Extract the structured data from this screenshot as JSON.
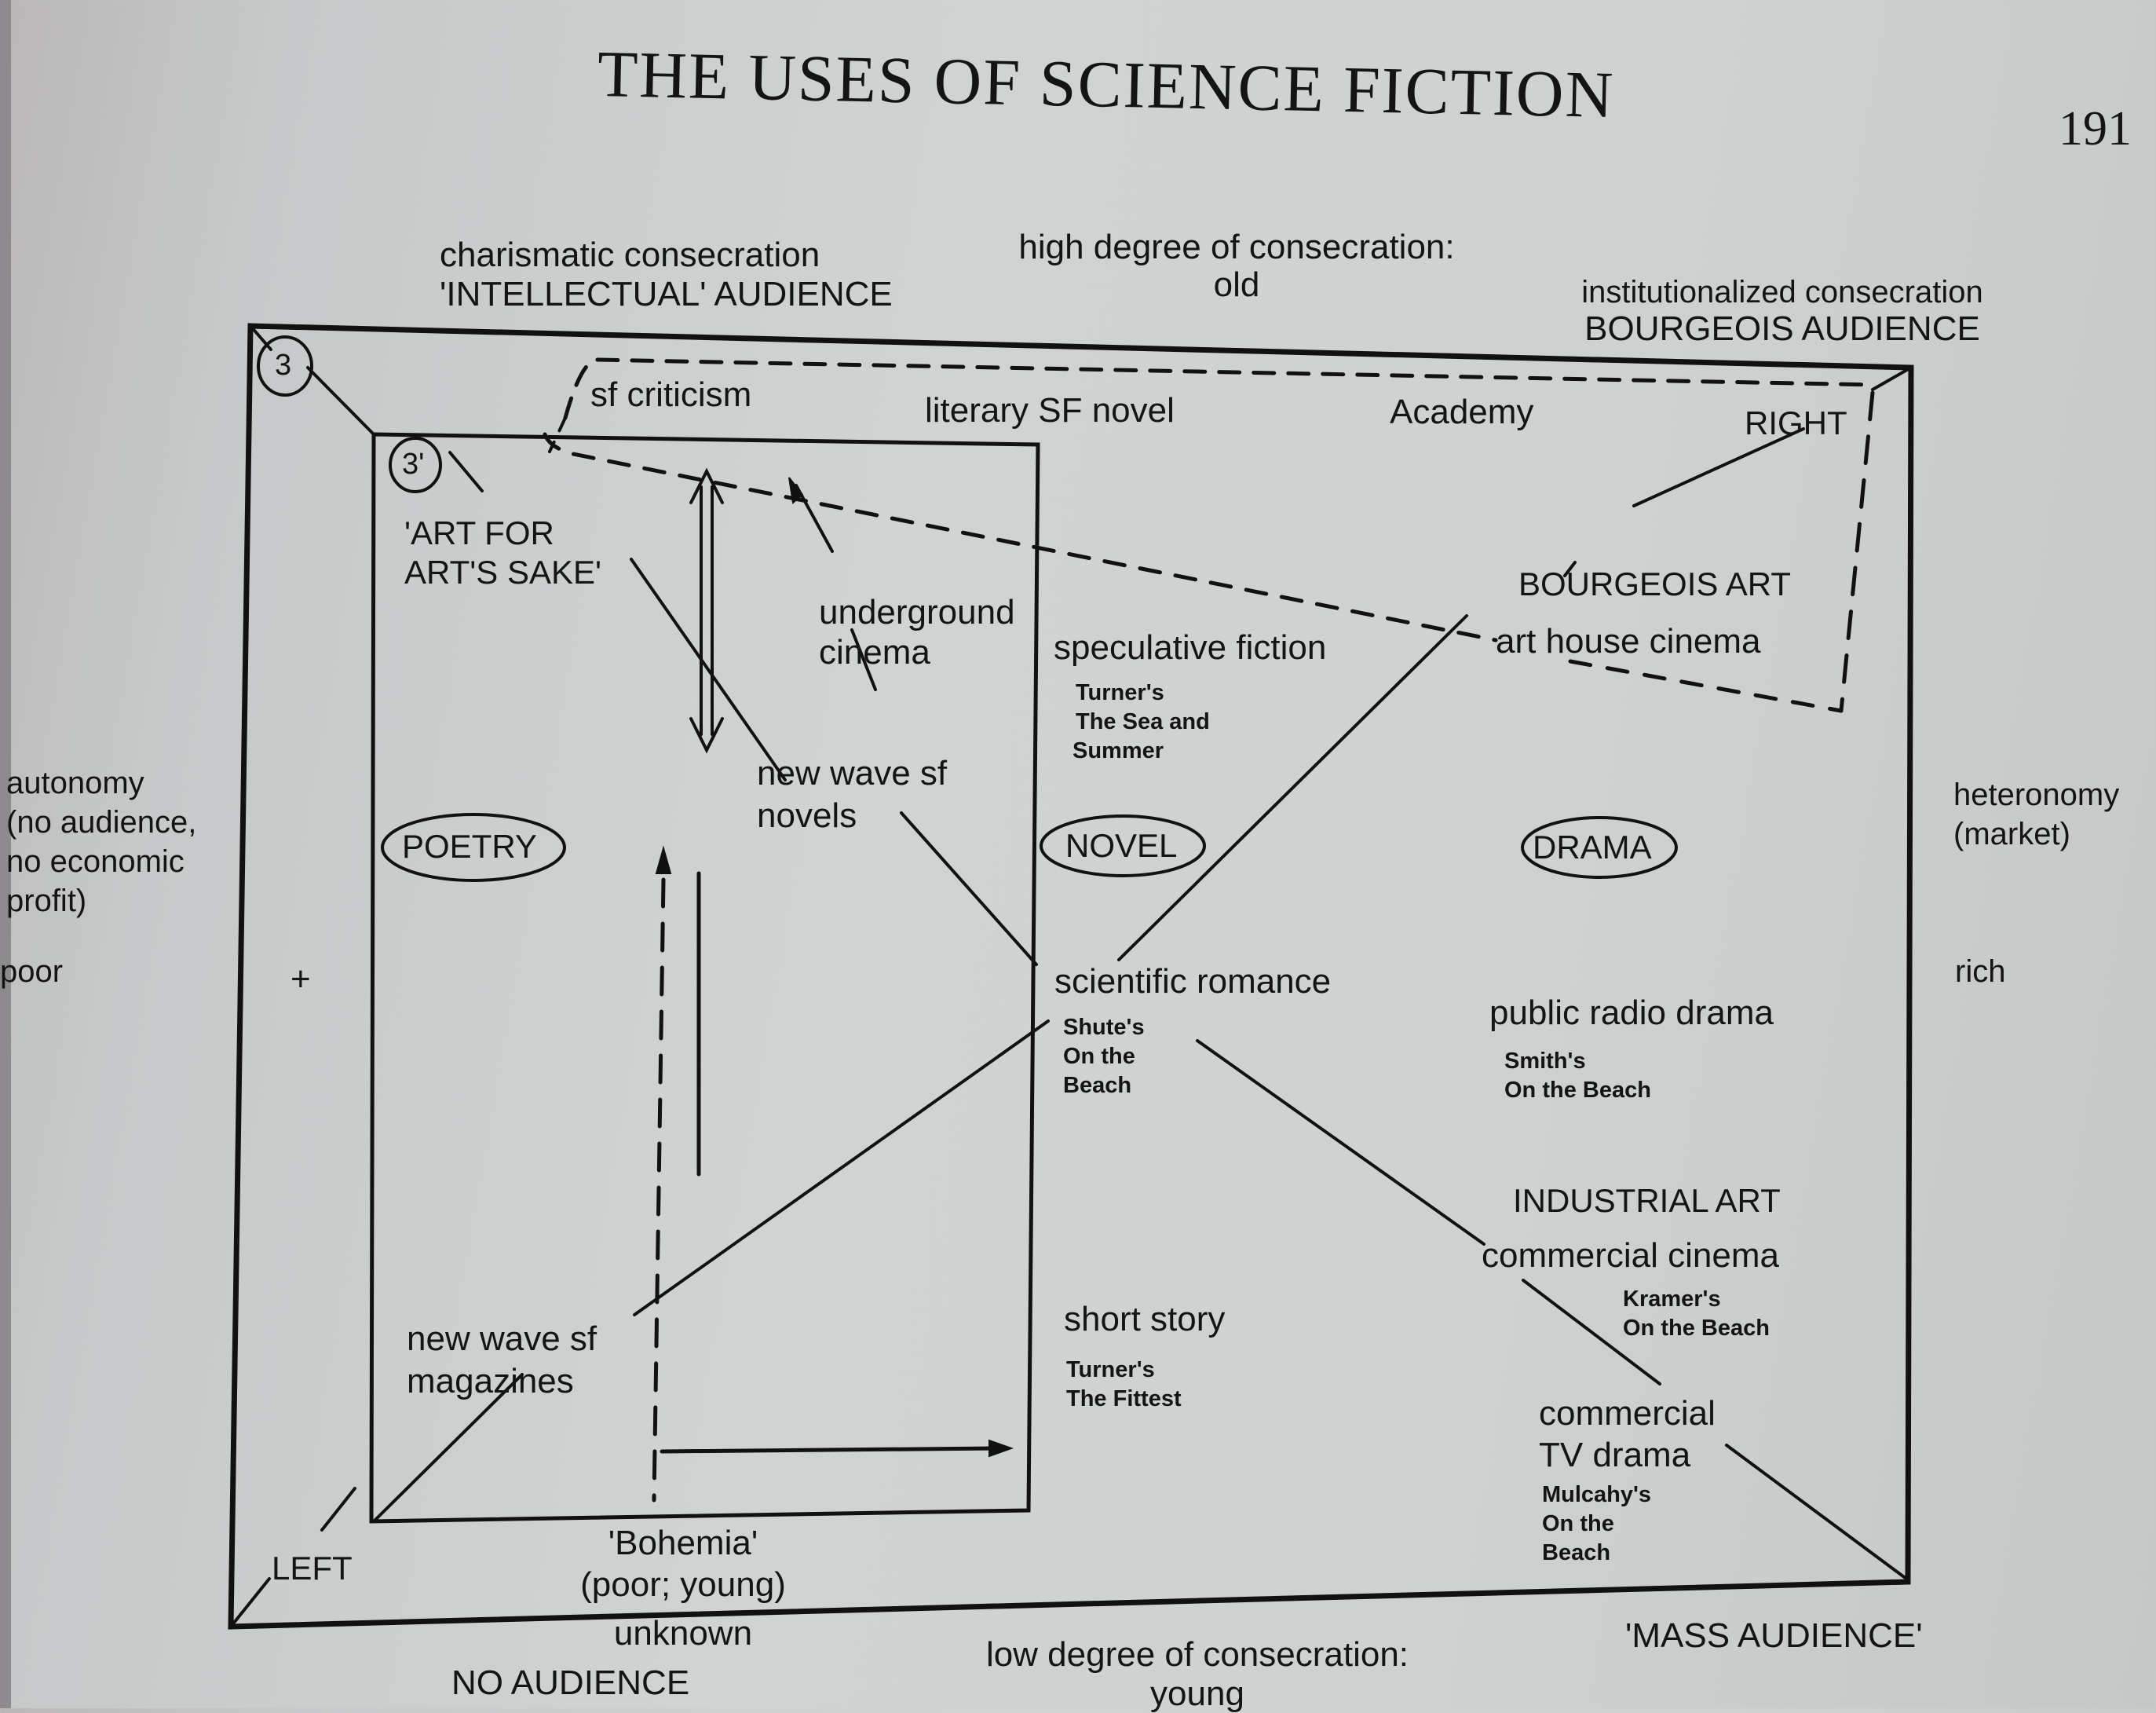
{
  "page": {
    "running_head": "THE USES OF SCIENCE FICTION",
    "page_number": "191"
  },
  "axes": {
    "top_center": [
      "high degree of consecration:",
      "old"
    ],
    "top_left": [
      "charismatic consecration",
      "'INTELLECTUAL' AUDIENCE"
    ],
    "top_right": [
      "institutionalized consecration",
      "BOURGEOIS AUDIENCE"
    ],
    "left_side": [
      "autonomy",
      "(no audience,",
      "no economic",
      "profit)"
    ],
    "left_poor": "poor",
    "right_side": [
      "heteronomy",
      "(market)"
    ],
    "right_rich": "rich",
    "bottom_center": [
      "low degree of consecration:",
      "young"
    ],
    "bottom_left_unknown": "unknown",
    "bottom_left_no_audience": "NO AUDIENCE",
    "bottom_right": "'MASS AUDIENCE'",
    "plus_marker": "+"
  },
  "diagram": {
    "markers": {
      "outer": "3",
      "inner": "3'"
    },
    "corner_labels": {
      "left": "LEFT",
      "right": "RIGHT"
    },
    "genres": {
      "poetry": "POETRY",
      "novel": "NOVEL",
      "drama": "DRAMA"
    },
    "poles": {
      "art_for_arts_sake": [
        "'ART FOR",
        "ART'S SAKE'"
      ],
      "bourgeois_art": "BOURGEOIS ART",
      "industrial_art": "INDUSTRIAL ART",
      "bohemia": [
        "'Bohemia'",
        "(poor; young)"
      ]
    },
    "items": {
      "sf_criticism": "sf criticism",
      "literary_sf_novel": "literary SF novel",
      "academy": "Academy",
      "underground_cinema": [
        "underground",
        "cinema"
      ],
      "new_wave_sf_novels": [
        "new wave sf",
        "novels"
      ],
      "speculative_fiction": "speculative fiction",
      "art_house_cinema": "art house cinema",
      "scientific_romance": "scientific romance",
      "public_radio_drama": "public radio drama",
      "commercial_cinema": "commercial cinema",
      "short_story": "short story",
      "commercial_tv_drama": [
        "commercial",
        "TV drama"
      ],
      "new_wave_sf_magazines": [
        "new wave sf",
        "magazines"
      ]
    },
    "works": {
      "turner_sea_summer": [
        "Turner's",
        "The Sea and",
        "Summer"
      ],
      "shute_beach": [
        "Shute's",
        "On the",
        "Beach"
      ],
      "smith_beach": [
        "Smith's",
        "On the Beach"
      ],
      "kramer_beach": [
        "Kramer's",
        "On the Beach"
      ],
      "turner_fittest": [
        "Turner's",
        "The Fittest"
      ],
      "mulcahy_beach": [
        "Mulcahy's",
        "On the",
        "Beach"
      ]
    }
  }
}
